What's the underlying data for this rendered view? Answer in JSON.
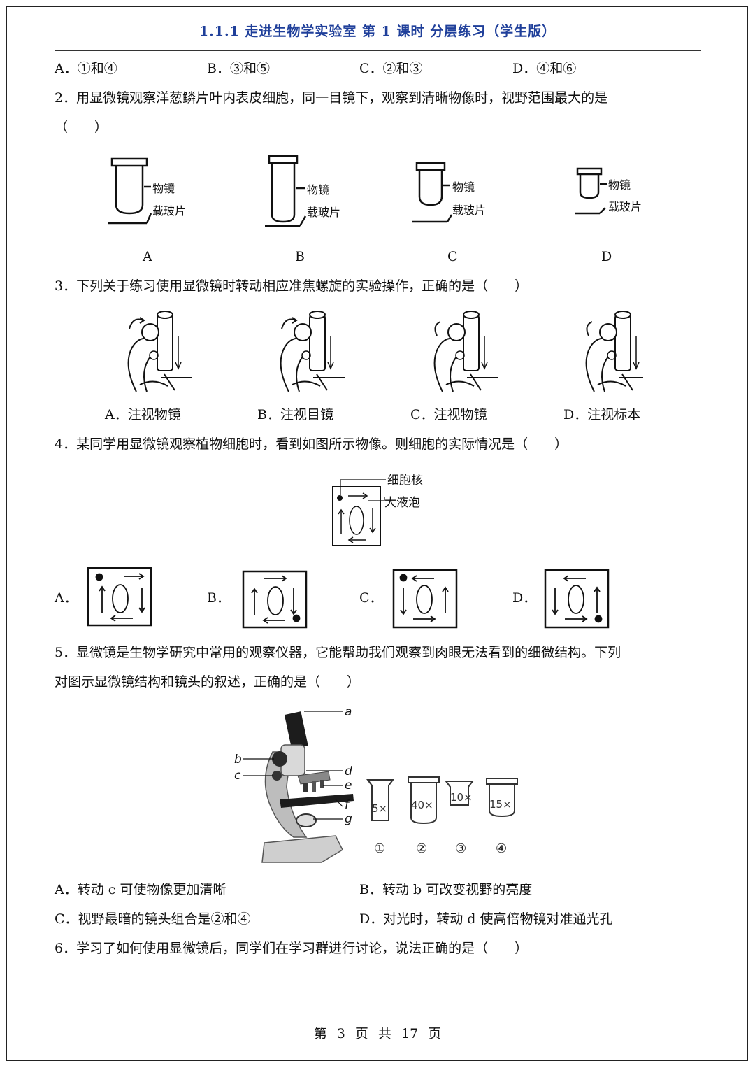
{
  "header": {
    "title": "1.1.1  走进生物学实验室  第 1 课时  分层练习（学生版）"
  },
  "q1_options": [
    "A．①和④",
    "B．③和⑤",
    "C．②和③",
    "D．④和⑥"
  ],
  "q2": {
    "stem": "2．用显微镜观察洋葱鳞片叶内表皮细胞，同一目镜下，观察到清晰物像时，视野范围最大的是",
    "paren": "（　　）",
    "objective_label": "物镜",
    "slide_label": "载玻片",
    "option_letters": [
      "A",
      "B",
      "C",
      "D"
    ]
  },
  "q3": {
    "stem": "3．下列关于练习使用显微镜时转动相应准焦螺旋的实验操作，正确的是（　　）",
    "options": [
      "A．注视物镜",
      "B．注视目镜",
      "C．注视物镜",
      "D．注视标本"
    ]
  },
  "q4": {
    "stem": "4．某同学用显微镜观察植物细胞时，看到如图所示物像。则细胞的实际情况是（　　）",
    "nucleus_label": "细胞核",
    "vacuole_label": "大液泡",
    "option_letters": [
      "A．",
      "B．",
      "C．",
      "D．"
    ]
  },
  "q5": {
    "stem_line1": "5．显微镜是生物学研究中常用的观察仪器，它能帮助我们观察到肉眼无法看到的细微结构。下列",
    "stem_line2": "对图示显微镜结构和镜头的叙述，正确的是（　　）",
    "part_labels": [
      "a",
      "b",
      "c",
      "d",
      "e",
      "f",
      "g"
    ],
    "lens_labels": [
      "5×",
      "40×",
      "10×",
      "15×"
    ],
    "lens_numbers": [
      "①",
      "②",
      "③",
      "④"
    ],
    "options": [
      "A．转动 c 可使物像更加清晰",
      "B．转动 b 可改变视野的亮度",
      "C．视野最暗的镜头组合是②和④",
      "D．对光时，转动 d 使高倍物镜对准通光孔"
    ]
  },
  "q6": {
    "stem": "6．学习了如何使用显微镜后，同学们在学习群进行讨论，说法正确的是（　　）"
  },
  "footer": {
    "page_label_1": "第",
    "page_no": "3",
    "page_label_2": "页",
    "total_label": "共",
    "total": "17",
    "page_label_3": "页"
  }
}
